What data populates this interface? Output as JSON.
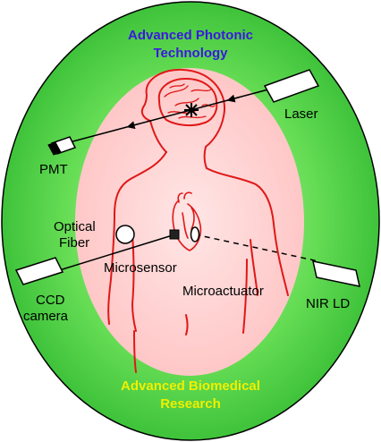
{
  "header": {
    "line1": "Advanced Photonic",
    "line2": "Technology"
  },
  "footer": {
    "line1": "Advanced Biomedical",
    "line2": "Research"
  },
  "labels": {
    "laser": "Laser",
    "pmt": "PMT",
    "optical_fiber_1": "Optical",
    "optical_fiber_2": "Fiber",
    "microsensor": "Microsensor",
    "microactuator": "Microactuator",
    "ccd_1": "CCD",
    "ccd_2": "camera",
    "nir_ld": "NIR LD"
  },
  "colors": {
    "outer_ellipse": "#44cc44",
    "inner_ellipse": "#ffcccc",
    "top_title": "#3a18e0",
    "bottom_title": "#f0f000",
    "anatomy": "#e01818",
    "ink": "#000000"
  }
}
